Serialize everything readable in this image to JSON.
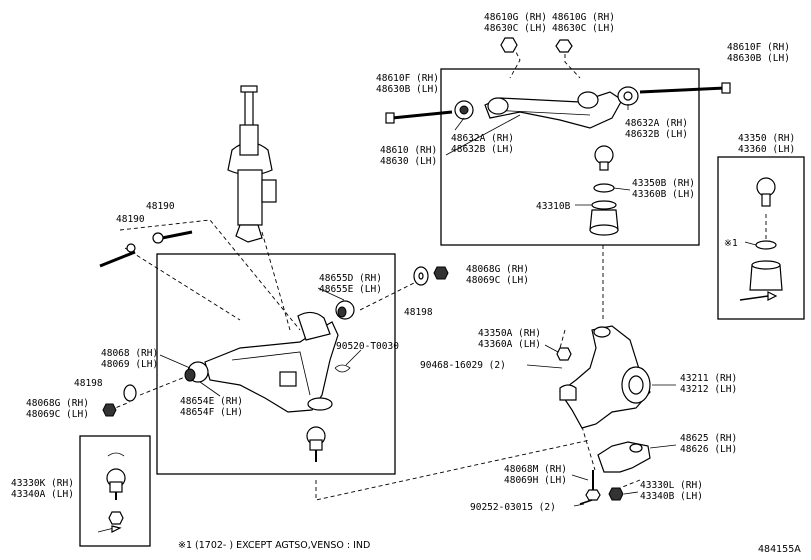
{
  "labels": {
    "l48610G": "48610G (RH)",
    "l48630C": "48630C (LH)",
    "l48610G_b": "48610G (RH)",
    "l48630C_b": "48630C (LH)",
    "l48610F_r": "48610F (RH)",
    "l48630B_r": "48630B (LH)",
    "l48610F_l": "48610F (RH)",
    "l48630B_l": "48630B (LH)",
    "l48632A_l": "48632A (RH)",
    "l48632B_l": "48632B (LH)",
    "l48632A_r": "48632A (RH)",
    "l48632B_r": "48632B (LH)",
    "l48610": "48610 (RH)",
    "l48630": "48630 (LH)",
    "l43350B": "43350B (RH)",
    "l43360B": "43360B (LH)",
    "l43310B": "43310B",
    "l43350": "43350 (RH)",
    "l43360": "43360 (LH)",
    "note_ref_box": "※1",
    "l48190_a": "48190",
    "l48190_b": "48190",
    "l48655D": "48655D (RH)",
    "l48655E": "48655E (LH)",
    "l48068G_t": "48068G (RH)",
    "l48069C_t": "48069C (LH)",
    "l48198_t": "48198",
    "l90520": "90520-T0030",
    "l48068": "48068 (RH)",
    "l48069": "48069 (LH)",
    "l48198_l": "48198",
    "l48068G_l": "48068G (RH)",
    "l48069C_l": "48069C (LH)",
    "l48654E": "48654E (RH)",
    "l48654F": "48654F (LH)",
    "l43350A": "43350A (RH)",
    "l43360A": "43360A (LH)",
    "l90468": "90468-16029 (2)",
    "l43211": "43211 (RH)",
    "l43212": "43212 (LH)",
    "l48625": "48625 (RH)",
    "l48626": "48626 (LH)",
    "l48068M": "48068M (RH)",
    "l48069H": "48069H (LH)",
    "l43330L": "43330L (RH)",
    "l43340B": "43340B (LH)",
    "l90252": "90252-03015 (2)",
    "l43330K": "43330K (RH)",
    "l43340A": "43340A (LH)"
  },
  "footnote": "※1 (1702-    ) EXCEPT AGTSO,VENSO : IND",
  "diagram_id": "484155A"
}
